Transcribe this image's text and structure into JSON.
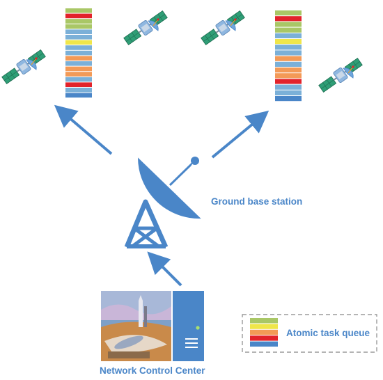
{
  "labels": {
    "ground_station": "Ground base station",
    "control_center": "Network Control Center",
    "legend": "Atomic task queue"
  },
  "colors": {
    "queue_green": "#a9c766",
    "queue_yellow": "#efe64a",
    "queue_red": "#e2232b",
    "queue_light_blue": "#7bb0d8",
    "queue_orange": "#f39a57",
    "queue_blue": "#4a86c8",
    "primary_blue": "#4a86c8",
    "satellite_panel": "#2f9e76"
  },
  "queues": {
    "left": [
      "queue_green",
      "queue_red",
      "queue_green",
      "queue_green",
      "queue_light_blue",
      "queue_light_blue",
      "queue_yellow",
      "queue_light_blue",
      "queue_light_blue",
      "queue_orange",
      "queue_light_blue",
      "queue_orange",
      "queue_orange",
      "queue_light_blue",
      "queue_red",
      "queue_light_blue",
      "queue_blue"
    ],
    "right": [
      "queue_green",
      "queue_red",
      "queue_green",
      "queue_green",
      "queue_light_blue",
      "queue_yellow",
      "queue_light_blue",
      "queue_light_blue",
      "queue_orange",
      "queue_light_blue",
      "queue_orange",
      "queue_orange",
      "queue_red",
      "queue_light_blue",
      "queue_light_blue",
      "queue_blue"
    ],
    "legend": [
      "queue_green",
      "queue_yellow",
      "queue_orange",
      "queue_red",
      "queue_blue"
    ]
  },
  "icons": [
    "satellite-icon",
    "dish-antenna-icon",
    "server-tower-icon",
    "rocket-launch-illustration"
  ]
}
